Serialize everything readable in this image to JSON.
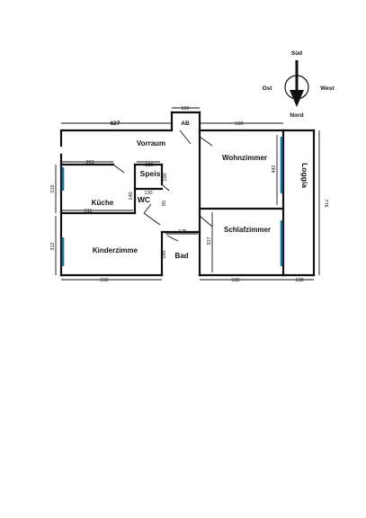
{
  "compass": {
    "south": "Süd",
    "east": "Ost",
    "west": "West",
    "north": "Nord"
  },
  "rooms": {
    "vorraum": "Vorraum",
    "wohnzimmer": "Wohnzimmer",
    "loggia": "Loggia",
    "kueche": "Küche",
    "speis": "Speis",
    "wc": "WC",
    "schlafzimmer": "Schlafzimmer",
    "kinderzimmer": "Kinderzimme",
    "bad": "Bad",
    "ab": "AB"
  },
  "dimensions": {
    "ab_width": "106",
    "top_left": "627",
    "top_right": "532",
    "kitchen_width": "303",
    "speis_width": "130",
    "speis_height": "100",
    "wc_width": "130",
    "wc_height": "140",
    "wc_door": "85",
    "kitchen_left": "215",
    "kitchen_bottom": "611",
    "wohn_height": "442",
    "loggia_height": "776",
    "bad_width": "175",
    "bad_height": "185",
    "schlaf_height": "317",
    "kinder_left": "312",
    "bottom_left": "556",
    "bottom_middle": "535",
    "bottom_right": "138"
  }
}
